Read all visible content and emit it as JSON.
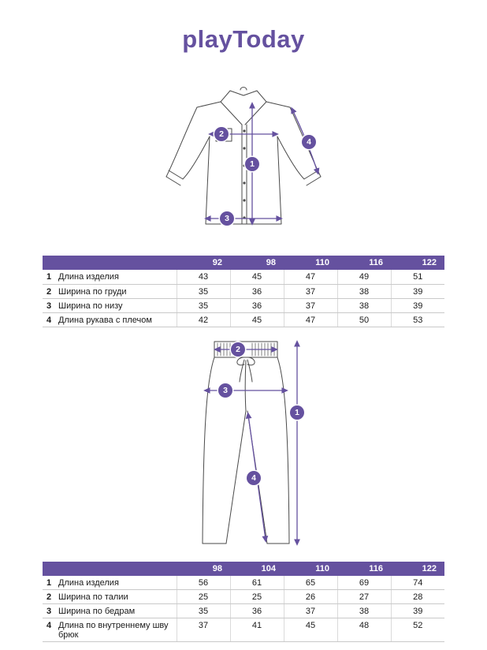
{
  "brand": {
    "logo": "playToday"
  },
  "colors": {
    "accent": "#65519f",
    "line": "#4a4a4a",
    "table_border": "#c9c9c9"
  },
  "markers": {
    "shirt": [
      "1",
      "2",
      "3",
      "4"
    ],
    "pants": [
      "1",
      "2",
      "3",
      "4"
    ]
  },
  "top_table": {
    "sizes": [
      "92",
      "98",
      "110",
      "116",
      "122"
    ],
    "rows": [
      {
        "num": "1",
        "label": "Длина изделия",
        "values": [
          "43",
          "45",
          "47",
          "49",
          "51"
        ]
      },
      {
        "num": "2",
        "label": "Ширина по груди",
        "values": [
          "35",
          "36",
          "37",
          "38",
          "39"
        ]
      },
      {
        "num": "3",
        "label": "Ширина по низу",
        "values": [
          "35",
          "36",
          "37",
          "38",
          "39"
        ]
      },
      {
        "num": "4",
        "label": "Длина рукава с плечом",
        "values": [
          "42",
          "45",
          "47",
          "50",
          "53"
        ]
      }
    ]
  },
  "bottom_table": {
    "sizes": [
      "98",
      "104",
      "110",
      "116",
      "122"
    ],
    "rows": [
      {
        "num": "1",
        "label": "Длина изделия",
        "values": [
          "56",
          "61",
          "65",
          "69",
          "74"
        ]
      },
      {
        "num": "2",
        "label": "Ширина по талии",
        "values": [
          "25",
          "25",
          "26",
          "27",
          "28"
        ]
      },
      {
        "num": "3",
        "label": "Ширина по бедрам",
        "values": [
          "35",
          "36",
          "37",
          "38",
          "39"
        ]
      },
      {
        "num": "4",
        "label": "Длина по внутреннему шву брюк",
        "values": [
          "37",
          "41",
          "45",
          "48",
          "52"
        ]
      }
    ]
  }
}
